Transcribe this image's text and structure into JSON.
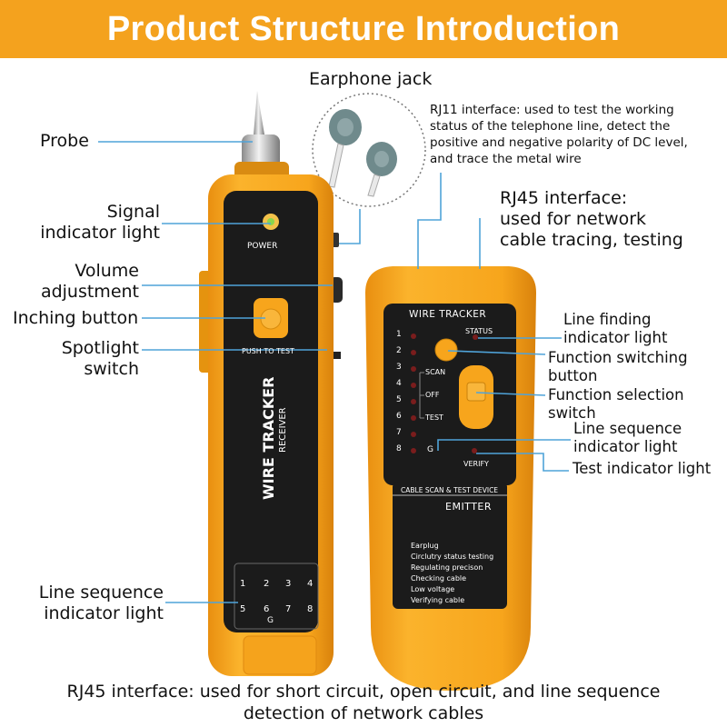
{
  "banner": {
    "title": "Product Structure Introduction"
  },
  "labels": {
    "earphone_jack": "Earphone jack",
    "probe": "Probe",
    "signal_indicator": [
      "Signal",
      "indicator light"
    ],
    "volume_adjustment": [
      "Volume",
      "adjustment"
    ],
    "inching_button": "Inching button",
    "spotlight_switch": [
      "Spotlight",
      "switch"
    ],
    "line_sequence_left": [
      "Line sequence",
      "indicator light"
    ],
    "rj11": [
      "RJ11 interface: used to test the working",
      "status of the telephone line, detect the",
      "positive and negative polarity of DC level,",
      "and trace the metal wire"
    ],
    "rj45_top": [
      "RJ45 interface:",
      "used for network",
      "cable tracing, testing"
    ],
    "line_finding": [
      "Line finding",
      "indicator light"
    ],
    "function_switching": [
      "Function switching",
      "button"
    ],
    "function_selection": [
      "Function selection",
      "switch"
    ],
    "line_sequence_right": [
      "Line sequence",
      "indicator light"
    ],
    "test_indicator": "Test indicator light",
    "bottom": [
      "RJ45 interface: used for short circuit, open circuit, and line sequence",
      "detection of network cables"
    ]
  },
  "receiver": {
    "power": "POWER",
    "push_to_test": "PUSH TO TEST",
    "brand": "WIRE TRACKER",
    "model": "RECEIVER",
    "leds_top": [
      "1",
      "2",
      "3",
      "4"
    ],
    "leds_bottom": [
      "5",
      "6",
      "7",
      "8"
    ],
    "ground": "G"
  },
  "emitter": {
    "brand": "WIRE TRACKER",
    "status": "STATUS",
    "numbers": [
      "1",
      "2",
      "3",
      "4",
      "5",
      "6",
      "7",
      "8"
    ],
    "scan": "SCAN",
    "off": "OFF",
    "test": "TEST",
    "ground": "G",
    "verify": "VERIFY",
    "device": "CABLE SCAN & TEST DEVICE",
    "model": "EMITTER",
    "features": [
      "Earplug",
      "Circlutry status testing",
      "Regulating precison",
      "Checking cable",
      "Low voltage",
      "Verifying cable"
    ]
  },
  "colors": {
    "banner": "#f4a21e",
    "body_yellow": "#f7a51c",
    "panel_black": "#1a1a1a",
    "leader_line": "#4fa3d9"
  }
}
